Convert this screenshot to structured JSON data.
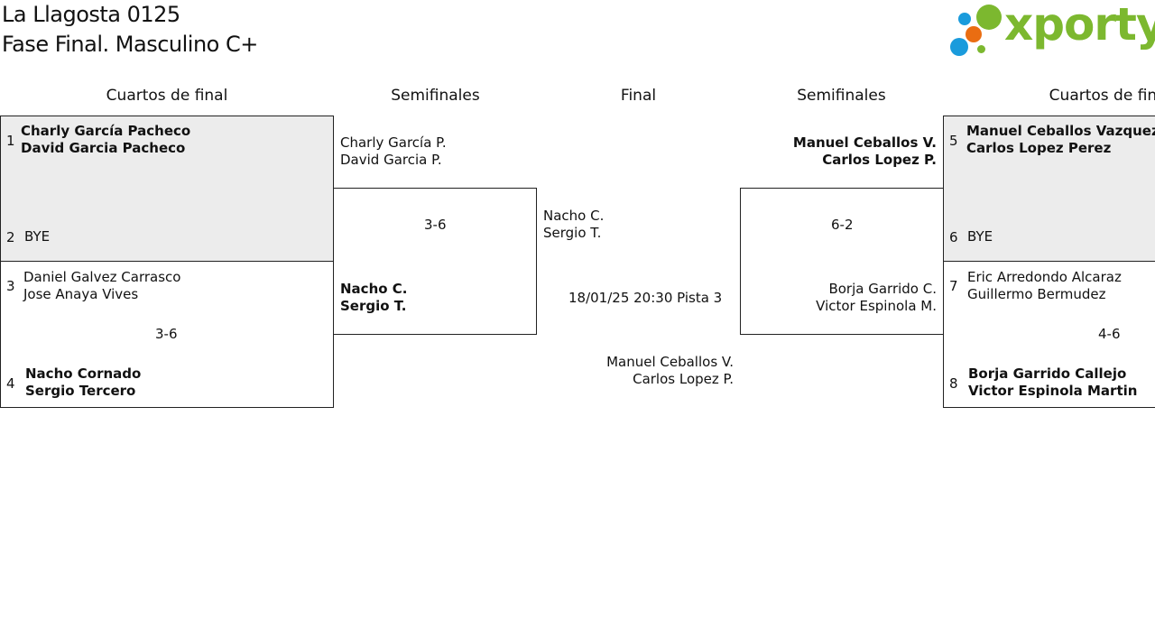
{
  "header": {
    "title": "La Llagosta 0125",
    "subtitle": "Fase Final. Masculino C+",
    "brand": "xporty",
    "brand_color": "#7cb82f"
  },
  "rounds": {
    "left_quarters": "Cuartos de final",
    "left_semis": "Semifinales",
    "final": "Final",
    "right_semis": "Semifinales",
    "right_quarters": "Cuartos de final"
  },
  "left_quarters": {
    "top": {
      "seed1": "1",
      "team1_p1": "Charly García Pacheco",
      "team1_p2": "David Garcia Pacheco",
      "seed2": "2",
      "team2_p1": "BYE"
    },
    "bottom": {
      "seed1": "3",
      "team1_p1": "Daniel Galvez Carrasco",
      "team1_p2": "Jose Anaya Vives",
      "score": "3-6",
      "seed2": "4",
      "team2_p1": "Nacho Cornado",
      "team2_p2": "Sergio Tercero"
    }
  },
  "left_semis": {
    "team1_p1": "Charly García P.",
    "team1_p2": "David Garcia P.",
    "score": "3-6",
    "team2_p1": "Nacho C.",
    "team2_p2": "Sergio T."
  },
  "final": {
    "team1_p1": "Nacho C.",
    "team1_p2": "Sergio T.",
    "schedule": "18/01/25 20:30 Pista 3",
    "team2_p1": "Manuel Ceballos V.",
    "team2_p2": "Carlos Lopez P."
  },
  "right_semis": {
    "team1_p1": "Manuel Ceballos V.",
    "team1_p2": "Carlos Lopez P.",
    "score": "6-2",
    "team2_p1": "Borja Garrido C.",
    "team2_p2": "Victor Espinola M."
  },
  "right_quarters": {
    "top": {
      "seed1": "5",
      "team1_p1": "Manuel Ceballos Vazquez",
      "team1_p2": "Carlos Lopez Perez",
      "seed2": "6",
      "team2_p1": "BYE"
    },
    "bottom": {
      "seed1": "7",
      "team1_p1": "Eric Arredondo Alcaraz",
      "team1_p2": "Guillermo Bermudez",
      "score": "4-6",
      "seed2": "8",
      "team2_p1": "Borja Garrido Callejo",
      "team2_p2": "Victor Espinola Martin"
    }
  }
}
